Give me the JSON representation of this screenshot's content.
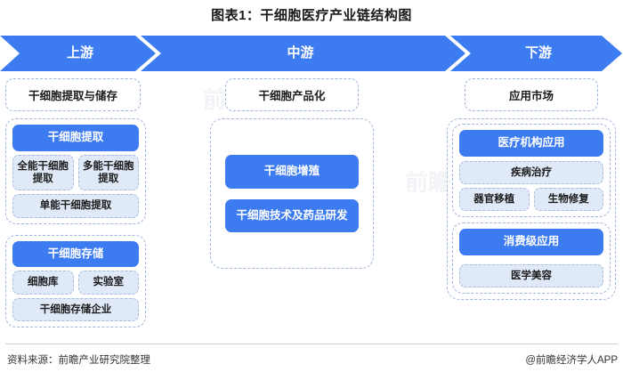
{
  "title": "图表1：干细胞医疗产业链结构图",
  "banner": {
    "upstream": "上游",
    "midstream": "中游",
    "downstream": "下游"
  },
  "colors": {
    "banner_blue": "#3d7bf0",
    "primary_blue": "#3d7bf0",
    "sub_fill": "#dfe9f8",
    "dashed_border": "#9fb6da"
  },
  "upstream": {
    "header": "干细胞提取与储存",
    "groups": [
      {
        "title": "干细胞提取",
        "pair": [
          "全能干细胞提取",
          "多能干细胞提取"
        ],
        "full": "单能干细胞提取"
      },
      {
        "title": "干细胞存储",
        "pair": [
          "细胞库",
          "实验室"
        ],
        "full": "干细胞存储企业"
      }
    ]
  },
  "midstream": {
    "header": "干细胞产品化",
    "items": [
      "干细胞增殖",
      "干细胞技术及药品研发"
    ]
  },
  "downstream": {
    "header": "应用市场",
    "groups": [
      {
        "title": "医疗机构应用",
        "full": "疾病治疗",
        "pair": [
          "器官移植",
          "生物修复"
        ]
      },
      {
        "title": "消费级应用",
        "full": "医学美容"
      }
    ]
  },
  "footer": {
    "source": "资料来源：前瞻产业研究院整理",
    "brand": "@前瞻经济学人APP"
  },
  "watermark": "前瞻"
}
